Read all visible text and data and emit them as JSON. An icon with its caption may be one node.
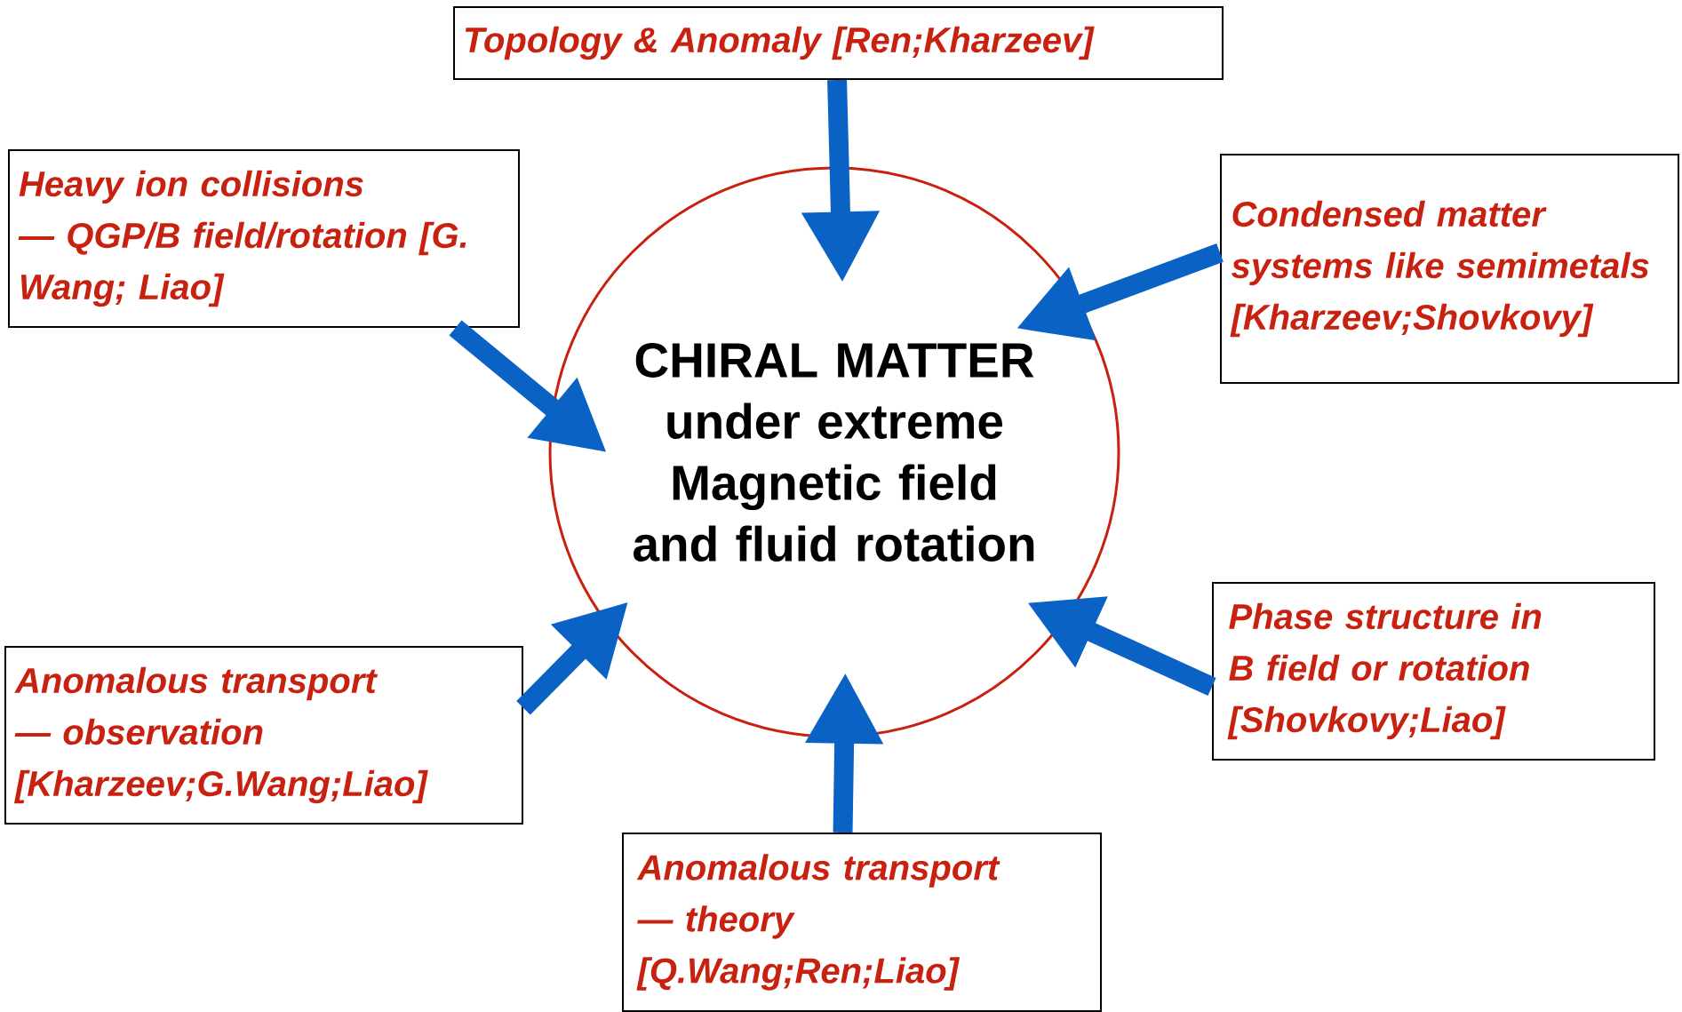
{
  "diagram": {
    "nodes": [
      {
        "text": [
          "Topology & Anomaly [Ren;Kharzeev]"
        ]
      },
      {
        "text": [
          "Heavy ion collisions — QGP/B field/rotation [G. Wang; Liao]"
        ]
      },
      {
        "text": [
          "Condensed matter systems like semimetals [Kharzeev;Shovkovy]"
        ]
      },
      {
        "text": [
          "CHIRAL MATTER under extreme Magnetic field and fluid rotation"
        ]
      },
      {
        "text": [
          "Phase structure in B field or rotation [Shovkovy;Liao]"
        ]
      },
      {
        "text": [
          "Anomalous transport — observation [Kharzeev;G.Wang;Liao]"
        ]
      },
      {
        "text": [
          "Anomalous transport — theory [Q.Wang;Ren;Liao]"
        ]
      }
    ],
    "edges": [
      {
        "from": 0,
        "to": 3,
        "arrow": "to"
      },
      {
        "from": 1,
        "to": 3,
        "arrow": "to"
      },
      {
        "from": 2,
        "to": 3,
        "arrow": "to"
      },
      {
        "from": 4,
        "to": 3,
        "arrow": "to"
      },
      {
        "from": 5,
        "to": 3,
        "arrow": "to"
      },
      {
        "from": 6,
        "to": 3,
        "arrow": "to"
      }
    ]
  }
}
